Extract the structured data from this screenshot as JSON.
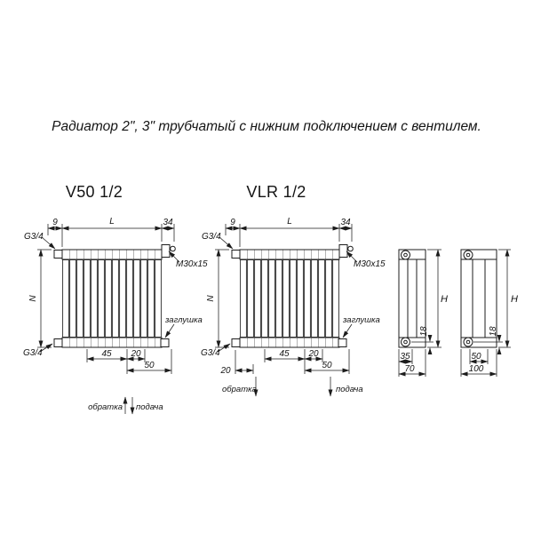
{
  "title": "Радиатор 2\", 3\" трубчатый с нижним подключением с вентилем.",
  "views": {
    "v50": {
      "label": "V50 1/2"
    },
    "vlr": {
      "label": "VLR 1/2"
    }
  },
  "dims": {
    "offset_left": "9",
    "length": "L",
    "offset_right": "34",
    "thread_top": "G3/4",
    "valve_thread": "M30x15",
    "height": "N",
    "plug": "заглушка",
    "thread_bottom": "G3/4",
    "pitch_45": "45",
    "pitch_20": "20",
    "pitch_50": "50",
    "return_label": "обратка",
    "supply_label": "подача"
  },
  "side": {
    "height": "H",
    "axis_offset": "18",
    "two_col": {
      "axis_dim": "35",
      "depth": "70"
    },
    "three_col": {
      "axis_dim": "50",
      "depth": "100"
    }
  },
  "colors": {
    "line": "#1c1c1c",
    "background": "#ffffff"
  }
}
